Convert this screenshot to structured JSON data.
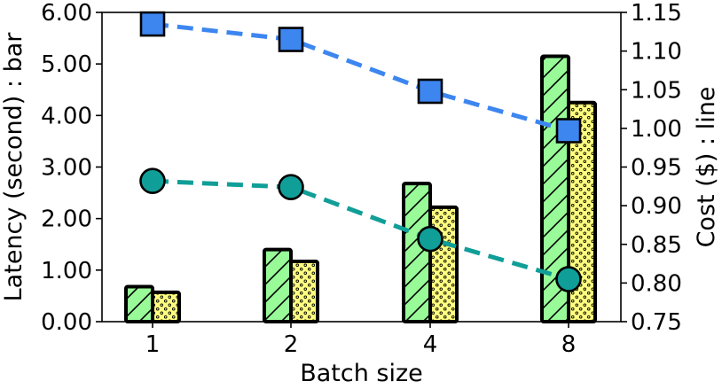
{
  "chart_data": {
    "type": "bar",
    "xlabel": "Batch size",
    "ylabel_left": "Latency (second) : bar",
    "ylabel_right": "Cost ($) : line",
    "categories": [
      "1",
      "2",
      "4",
      "8"
    ],
    "ylim_left": [
      0,
      6
    ],
    "yticks_left": [
      "0.00",
      "1.00",
      "2.00",
      "3.00",
      "4.00",
      "5.00",
      "6.00"
    ],
    "ylim_right": [
      0.75,
      1.15
    ],
    "yticks_right": [
      "0.75",
      "0.80",
      "0.85",
      "0.90",
      "0.95",
      "1.00",
      "1.05",
      "1.10",
      "1.15"
    ],
    "grid": false,
    "bar_series": [
      {
        "values": [
          0.68,
          1.4,
          2.68,
          5.15
        ],
        "color": "#98fb98",
        "hatch": "diagonal"
      },
      {
        "values": [
          0.57,
          1.17,
          2.22,
          4.25
        ],
        "color": "#ffff80",
        "hatch": "dots"
      }
    ],
    "line_series": [
      {
        "values": [
          1.135,
          1.115,
          1.048,
          0.997
        ],
        "color": "#3d86f0",
        "marker": "square"
      },
      {
        "values": [
          0.932,
          0.924,
          0.857,
          0.805
        ],
        "color": "#109e98",
        "marker": "circle"
      }
    ]
  }
}
